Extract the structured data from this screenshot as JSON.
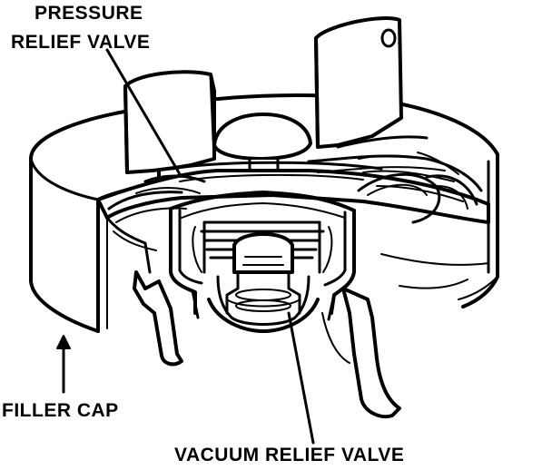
{
  "labels": {
    "pressure_relief_line1": "PRESSURE",
    "pressure_relief_line2": "RELIEF VALVE",
    "filler_cap": "FILLER CAP",
    "vacuum_relief_valve": "VACUUM RELIEF VALVE"
  },
  "colors": {
    "ink": "#000000",
    "paper": "#ffffff"
  }
}
